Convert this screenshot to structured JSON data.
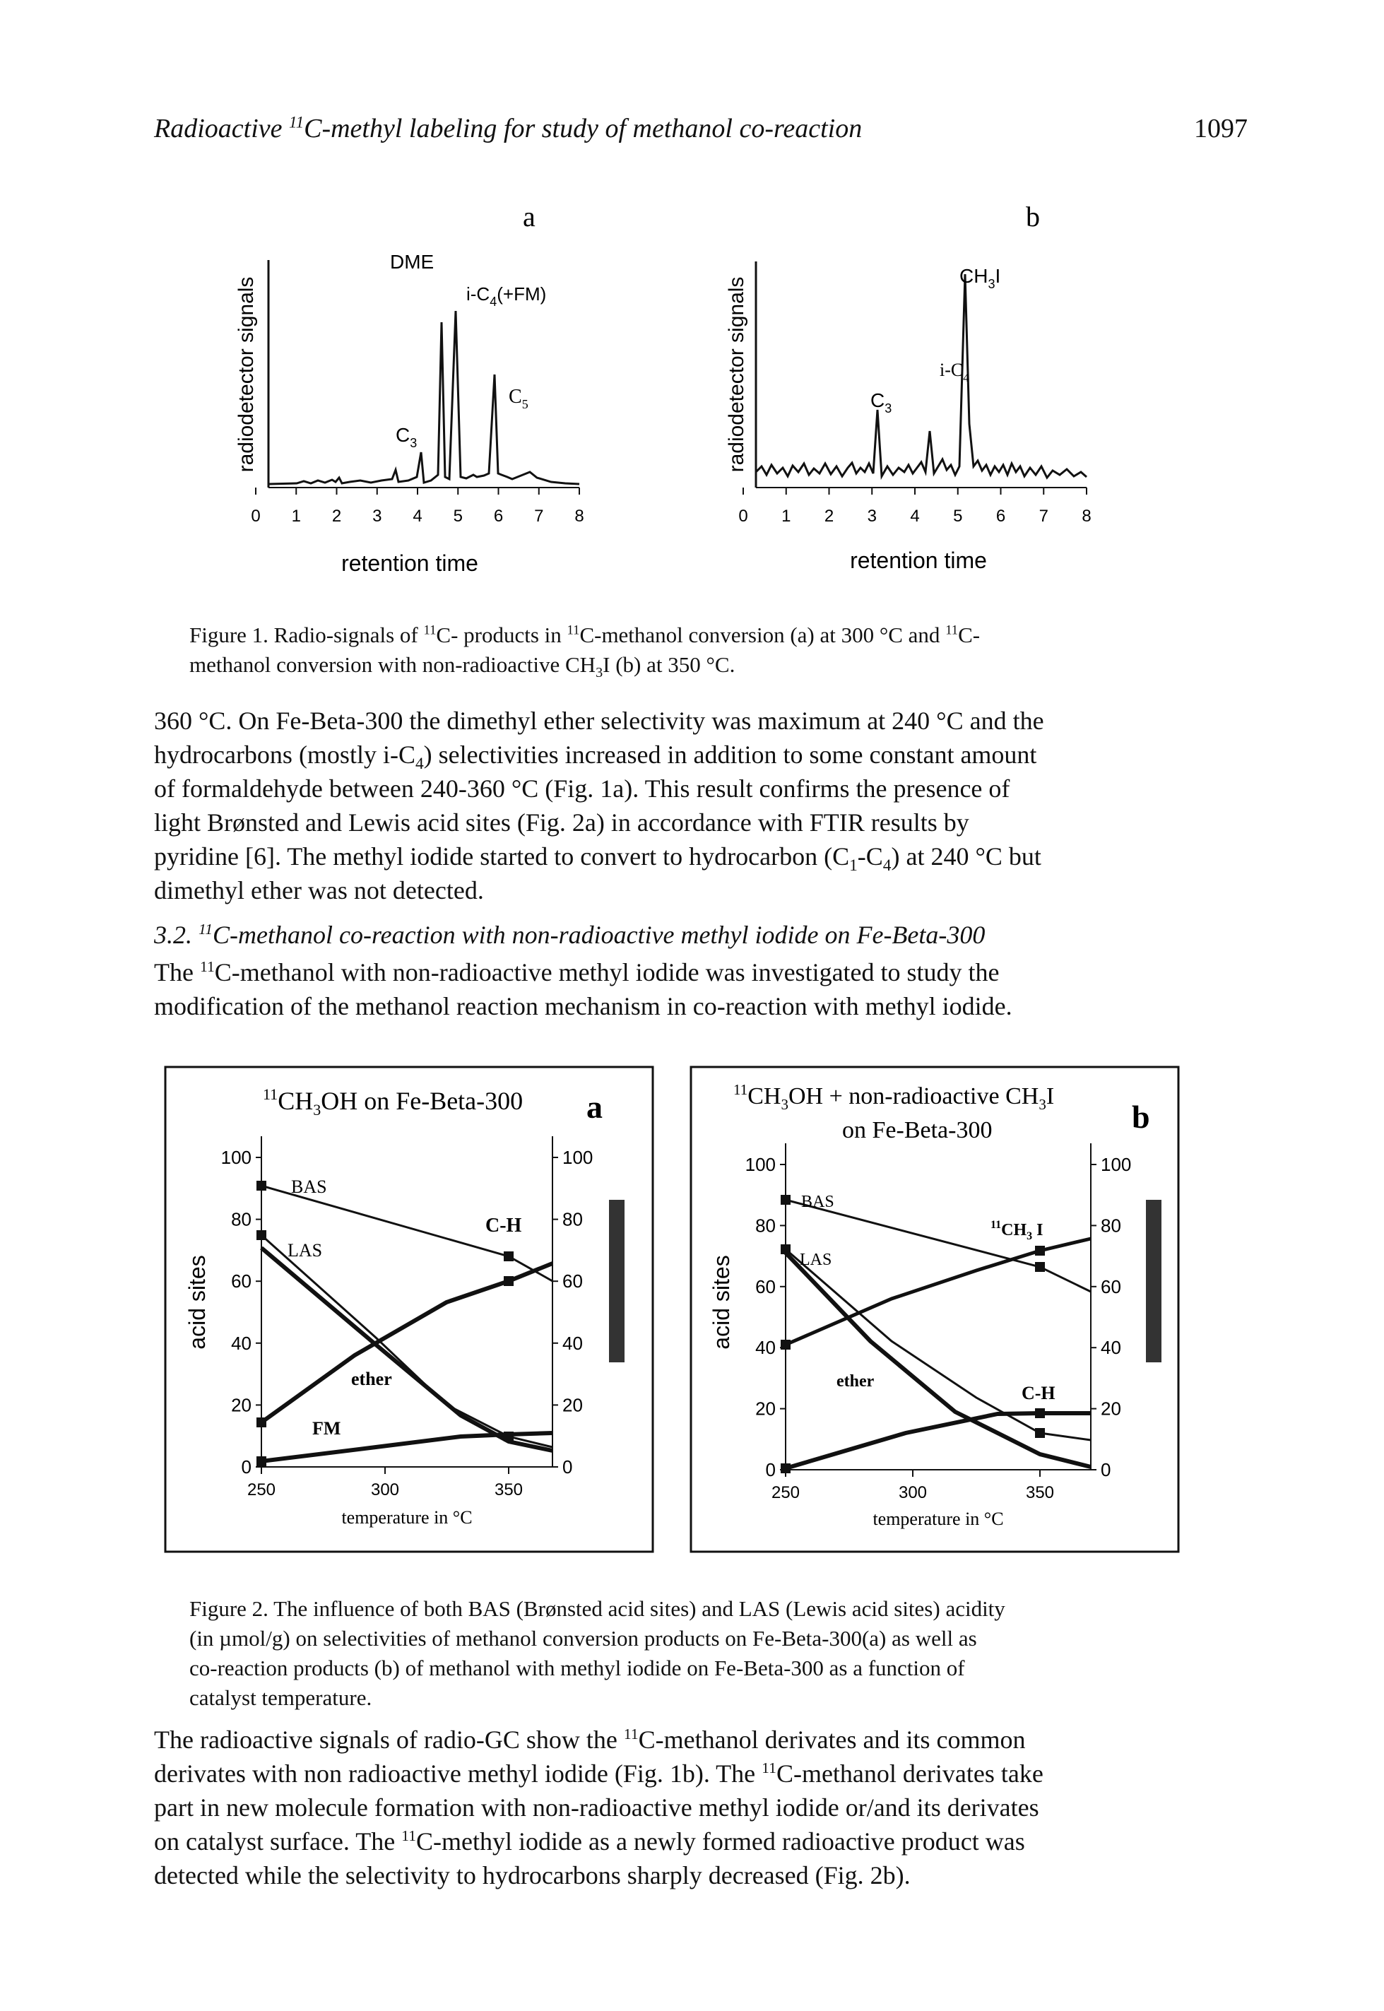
{
  "header": {
    "title_pre": "Radioactive ",
    "title_sup": "11",
    "title_post": "C-methyl labeling for study of methanol co-reaction",
    "page_number": "1097"
  },
  "figure1": {
    "panel_a": {
      "label": "a",
      "ylabel": "radiodetector signals",
      "xlabel": "retention time",
      "x_ticks": [
        "0",
        "1",
        "2",
        "3",
        "4",
        "5",
        "6",
        "7",
        "8"
      ],
      "peak_labels": {
        "dme": "DME",
        "ic4": "i-C",
        "ic4_sub": "4",
        "ic4_post": "(+FM)",
        "c5": "C",
        "c5_sub": "5",
        "c3": "C",
        "c3_sub": "3"
      }
    },
    "panel_b": {
      "label": "b",
      "ylabel": "radiodetector signals",
      "xlabel": "retention time",
      "x_ticks": [
        "0",
        "1",
        "2",
        "3",
        "4",
        "5",
        "6",
        "7",
        "8"
      ],
      "peak_labels": {
        "ch3i": "CH",
        "ch3i_sub": "3",
        "ch3i_post": "I",
        "ic4": "i-C",
        "ic4_sub": "4",
        "c3": "C",
        "c3_sub": "3"
      }
    },
    "caption_line1_pre": "Figure 1. Radio-signals of ",
    "caption_sup1": "11",
    "caption_line1_mid": "C- products in ",
    "caption_sup2": "11",
    "caption_line1_mid2": "C-methanol conversion (a) at 300 °C and ",
    "caption_sup3": "11",
    "caption_line1_end": "C-",
    "caption_line2_pre": "methanol conversion with non-radioactive CH",
    "caption_sub": "3",
    "caption_line2_end": "I (b) at 350 °C."
  },
  "paragraph1": {
    "l1": "360 °C. On Fe-Beta-300 the dimethyl ether selectivity was maximum at 240 °C and the",
    "l2_pre": "hydrocarbons (mostly i-C",
    "l2_sub": "4",
    "l2_post": ") selectivities increased in addition to some constant amount",
    "l3": "of formaldehyde between 240-360 °C (Fig. 1a). This result confirms the presence of",
    "l4": "light Brønsted and Lewis acid sites (Fig. 2a) in accordance with FTIR results by",
    "l5_pre": "pyridine [6]. The methyl iodide started to convert to hydrocarbon (C",
    "l5_sub1": "1",
    "l5_mid": "-C",
    "l5_sub2": "4",
    "l5_post": ") at 240 °C but",
    "l6": "dimethyl ether was not detected."
  },
  "section": {
    "number": "3.2. ",
    "sup": "11",
    "title": "C-methanol co-reaction with non-radioactive methyl iodide on Fe-Beta-300"
  },
  "paragraph2": {
    "l1_pre": "The ",
    "l1_sup": "11",
    "l1_post": "C-methanol with non-radioactive methyl iodide was investigated to study the",
    "l2": "modification of the methanol reaction mechanism in co-reaction with methyl iodide."
  },
  "figure2": {
    "panel_a": {
      "label": "a",
      "title_sup": "11",
      "title_pre": "CH",
      "title_sub": "3",
      "title_post": "OH on Fe-Beta-300",
      "ylabel": "acid sites",
      "xlabel": "temperature in °C",
      "y_ticks": [
        "0",
        "20",
        "40",
        "60",
        "80",
        "100"
      ],
      "x_ticks": [
        "250",
        "300",
        "350"
      ],
      "curve_labels": {
        "bas": "BAS",
        "las": "LAS",
        "ch": "C-H",
        "ether": "ether",
        "fm": "FM"
      }
    },
    "panel_b": {
      "label": "b",
      "title_sup": "11",
      "title_pre": "CH",
      "title_sub": "3",
      "title_post": "OH + non-radioactive CH",
      "title_sub2": "3",
      "title_end": "I",
      "title_line2": "on Fe-Beta-300",
      "ylabel": "acid sites",
      "xlabel": "temperature in °C",
      "y_ticks": [
        "0",
        "20",
        "40",
        "60",
        "80",
        "100"
      ],
      "x_ticks": [
        "250",
        "300",
        "350"
      ],
      "curve_labels": {
        "bas": "BAS",
        "las": "LAS",
        "ch3i_sup": "11",
        "ch3i": "CH",
        "ch3i_sub": "3",
        "ch3i_post": " I",
        "ch": "C-H",
        "ether": "ether"
      }
    },
    "caption": {
      "l1": "Figure 2. The influence of both BAS (Brønsted acid sites) and LAS (Lewis acid sites) acidity",
      "l2": "(in µmol/g) on selectivities of methanol conversion products on Fe-Beta-300(a) as well as",
      "l3": "co-reaction products (b) of methanol with methyl iodide on Fe-Beta-300 as a function of",
      "l4": "catalyst temperature."
    }
  },
  "paragraph3": {
    "l1_pre": "The radioactive signals of radio-GC show the ",
    "l1_sup": "11",
    "l1_post": "C-methanol derivates and its common",
    "l2_pre": "derivates with non radioactive methyl iodide (Fig. 1b). The ",
    "l2_sup": "11",
    "l2_post": "C-methanol derivates take",
    "l3": "part in new molecule formation with non-radioactive methyl iodide or/and its derivates",
    "l4_pre": "on catalyst surface. The ",
    "l4_sup": "11",
    "l4_post": "C-methyl iodide as a newly formed radioactive product was",
    "l5": "detected while the selectivity to hydrocarbons sharply decreased (Fig. 2b)."
  }
}
